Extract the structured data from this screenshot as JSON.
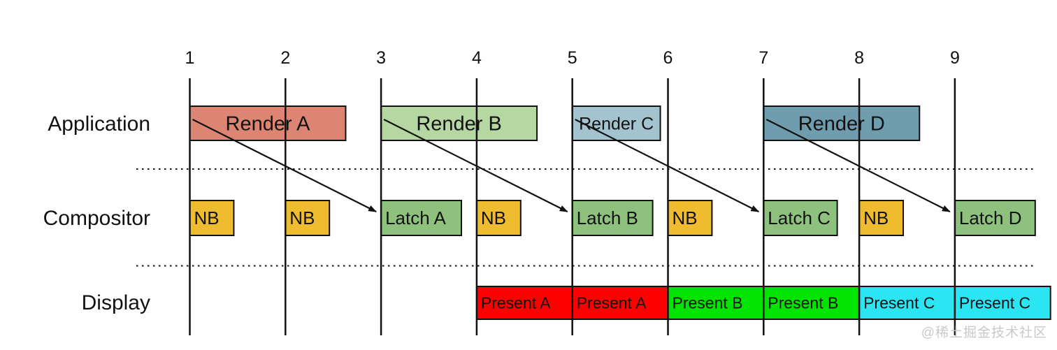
{
  "diagram": {
    "watermark": "@稀土掘金技术社区",
    "ticks": [
      "1",
      "2",
      "3",
      "4",
      "5",
      "6",
      "7",
      "8",
      "9"
    ],
    "rows": [
      {
        "label": "Application",
        "boxes": [
          {
            "label": "Render A",
            "start": 1,
            "end": 2.63,
            "color": "#DC8572"
          },
          {
            "label": "Render B",
            "start": 3,
            "end": 4.63,
            "color": "#B5D7A1"
          },
          {
            "label": "Render C",
            "start": 5,
            "end": 5.92,
            "color": "#A3C3CE"
          },
          {
            "label": "Render D",
            "start": 7,
            "end": 8.63,
            "color": "#6F9DAE"
          }
        ]
      },
      {
        "label": "Compositor",
        "boxes": [
          {
            "label": "NB",
            "start": 1,
            "end": 1.46,
            "color": "#F0BC2F"
          },
          {
            "label": "NB",
            "start": 2,
            "end": 2.46,
            "color": "#F0BC2F"
          },
          {
            "label": "Latch A",
            "start": 3,
            "end": 3.84,
            "color": "#8EC17D"
          },
          {
            "label": "NB",
            "start": 4,
            "end": 4.46,
            "color": "#F0BC2F"
          },
          {
            "label": "Latch B",
            "start": 5,
            "end": 5.84,
            "color": "#8EC17D"
          },
          {
            "label": "NB",
            "start": 6,
            "end": 6.46,
            "color": "#F0BC2F"
          },
          {
            "label": "Latch C",
            "start": 7,
            "end": 7.77,
            "color": "#8EC17D"
          },
          {
            "label": "NB",
            "start": 8,
            "end": 8.46,
            "color": "#F0BC2F"
          },
          {
            "label": "Latch D",
            "start": 9,
            "end": 9.84,
            "color": "#8EC17D"
          }
        ]
      },
      {
        "label": "Display",
        "boxes": [
          {
            "label": "Present A",
            "start": 4,
            "end": 5,
            "color": "#FF0000"
          },
          {
            "label": "Present A",
            "start": 5,
            "end": 6,
            "color": "#FF0000"
          },
          {
            "label": "Present B",
            "start": 6,
            "end": 7,
            "color": "#00E400"
          },
          {
            "label": "Present B",
            "start": 7,
            "end": 8,
            "color": "#00E400"
          },
          {
            "label": "Present C",
            "start": 8,
            "end": 9,
            "color": "#2BE6F2"
          },
          {
            "label": "Present C",
            "start": 9,
            "end": 10,
            "color": "#2BE6F2"
          }
        ]
      }
    ],
    "arrows": [
      {
        "from_label": "Render A",
        "to_label": "Latch A",
        "from": 1,
        "to": 3
      },
      {
        "from_label": "Render B",
        "to_label": "Latch B",
        "from": 3,
        "to": 5
      },
      {
        "from_label": "Render C",
        "to_label": "Latch C",
        "from": 5,
        "to": 7
      },
      {
        "from_label": "Render D",
        "to_label": "Latch D",
        "from": 7,
        "to": 9
      }
    ],
    "colors": {
      "line": "#111111",
      "text": "#111111",
      "watermark": "#c9c9c9"
    }
  }
}
